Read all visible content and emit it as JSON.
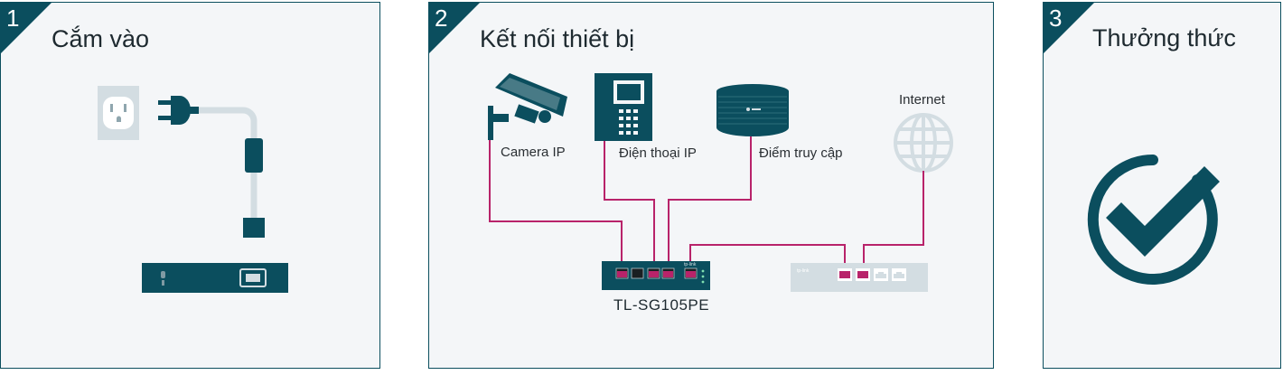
{
  "steps": [
    {
      "number": "1",
      "title": "Cắm vào"
    },
    {
      "number": "2",
      "title": "Kết nối thiết bị"
    },
    {
      "number": "3",
      "title": "Thưởng thức"
    }
  ],
  "devices": {
    "camera_label": "Camera IP",
    "phone_label": "Điện thoại IP",
    "ap_label": "Điểm truy cập",
    "internet_label": "Internet"
  },
  "switch_model": "TL-SG105PE",
  "router_brand": "tp-link",
  "switch_brand": "tp-link",
  "colors": {
    "brand_teal": "#0b4e5e",
    "cable_magenta": "#b8236a",
    "light_gray": "#d3dde2",
    "panel_bg": "#f4f6f8"
  },
  "icons": {
    "outlet": "power-outlet-icon",
    "plug": "power-plug-icon",
    "camera": "security-camera-icon",
    "phone": "ip-phone-icon",
    "ap": "access-point-icon",
    "globe": "globe-icon",
    "check": "check-circle-icon"
  }
}
